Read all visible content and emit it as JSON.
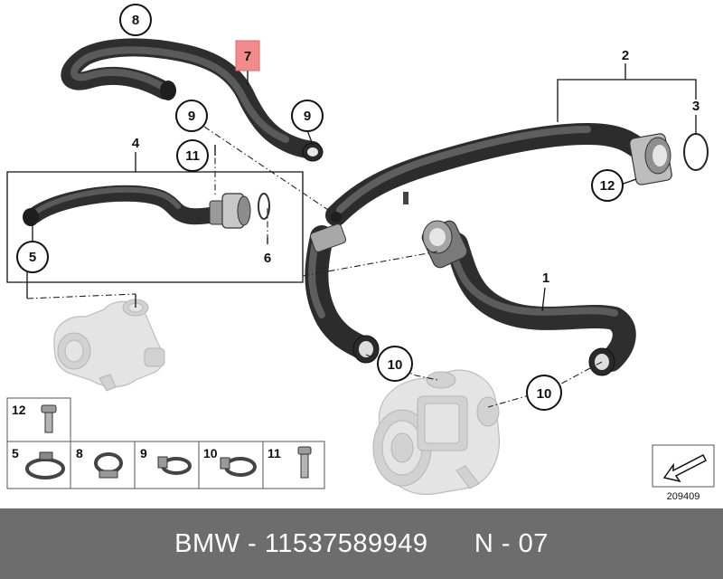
{
  "diagram": {
    "callouts": {
      "c1": "1",
      "c2": "2",
      "c3": "3",
      "c4": "4",
      "c5": "5",
      "c6": "6",
      "c7": "7",
      "c8": "8",
      "c9a": "9",
      "c9b": "9",
      "c10a": "10",
      "c10b": "10",
      "c11": "11",
      "c12": "12"
    },
    "highlight_color": "#f28b8b",
    "hose_color": "#3c3c3c",
    "legend": {
      "items": [
        {
          "label": "12",
          "icon": "bolt-icon"
        },
        {
          "label": "5",
          "icon": "hose-clamp-icon"
        },
        {
          "label": "8",
          "icon": "spring-clip-icon"
        },
        {
          "label": "9",
          "icon": "clamp-icon"
        },
        {
          "label": "10",
          "icon": "clamp-icon"
        },
        {
          "label": "11",
          "icon": "bolt-icon"
        }
      ]
    },
    "reference_number": "209409"
  },
  "footer": {
    "brand": "BMW",
    "separator1": " - ",
    "part_number": "11537589949",
    "separator2": "      N - 07"
  }
}
